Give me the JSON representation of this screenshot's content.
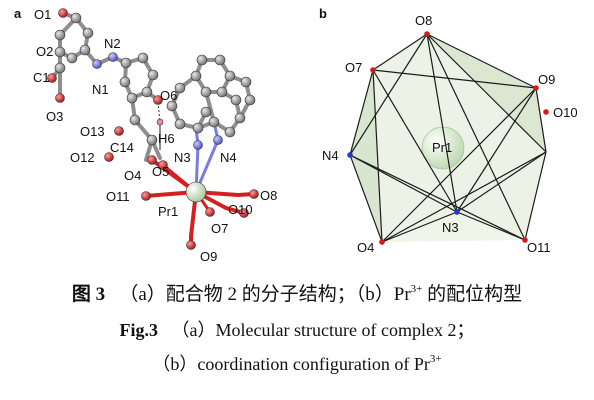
{
  "panel_a": {
    "letter": "a",
    "atom_labels": {
      "O1": "O1",
      "O2": "O2",
      "C1": "C1",
      "O3": "O3",
      "N1": "N1",
      "N2": "N2",
      "O6": "O6",
      "H6": "H6",
      "O13": "O13",
      "O12": "O12",
      "C14": "C14",
      "N3": "N3",
      "N4": "N4",
      "O4": "O4",
      "O5": "O5",
      "O11": "O11",
      "Pr1": "Pr1",
      "O10": "O10",
      "O8": "O8",
      "O7": "O7",
      "O9": "O9"
    }
  },
  "panel_b": {
    "letter": "b",
    "center_label": "Pr1",
    "vertex_labels": {
      "O8": "O8",
      "O7": "O7",
      "O9": "O9",
      "O10": "O10",
      "N4": "N4",
      "N3": "N3",
      "O4": "O4",
      "O11": "O11"
    }
  },
  "caption": {
    "cn_prefix": "图 3",
    "cn_a": "（a）配合物 2 的分子结构；（b）Pr",
    "cn_sup": "3+",
    "cn_b": " 的配位构型",
    "en_prefix": "Fig.3",
    "en_line1": "（a）Molecular structure of complex 2；",
    "en_line2": "（b）coordination configuration of Pr",
    "en_sup": "3+"
  },
  "colors": {
    "carbon": "#9a9a9a",
    "oxygen": "#d42020",
    "nitrogen": "#6f72d8",
    "hydrogen": "#f08aa8",
    "praseodymium": "#cfe3c4",
    "polyhedron_fill": "#dce8d2",
    "polyhedron_edge": "#1c1c1c",
    "n_vertex": "#1f3cd0",
    "o_vertex": "#d21c1c"
  }
}
